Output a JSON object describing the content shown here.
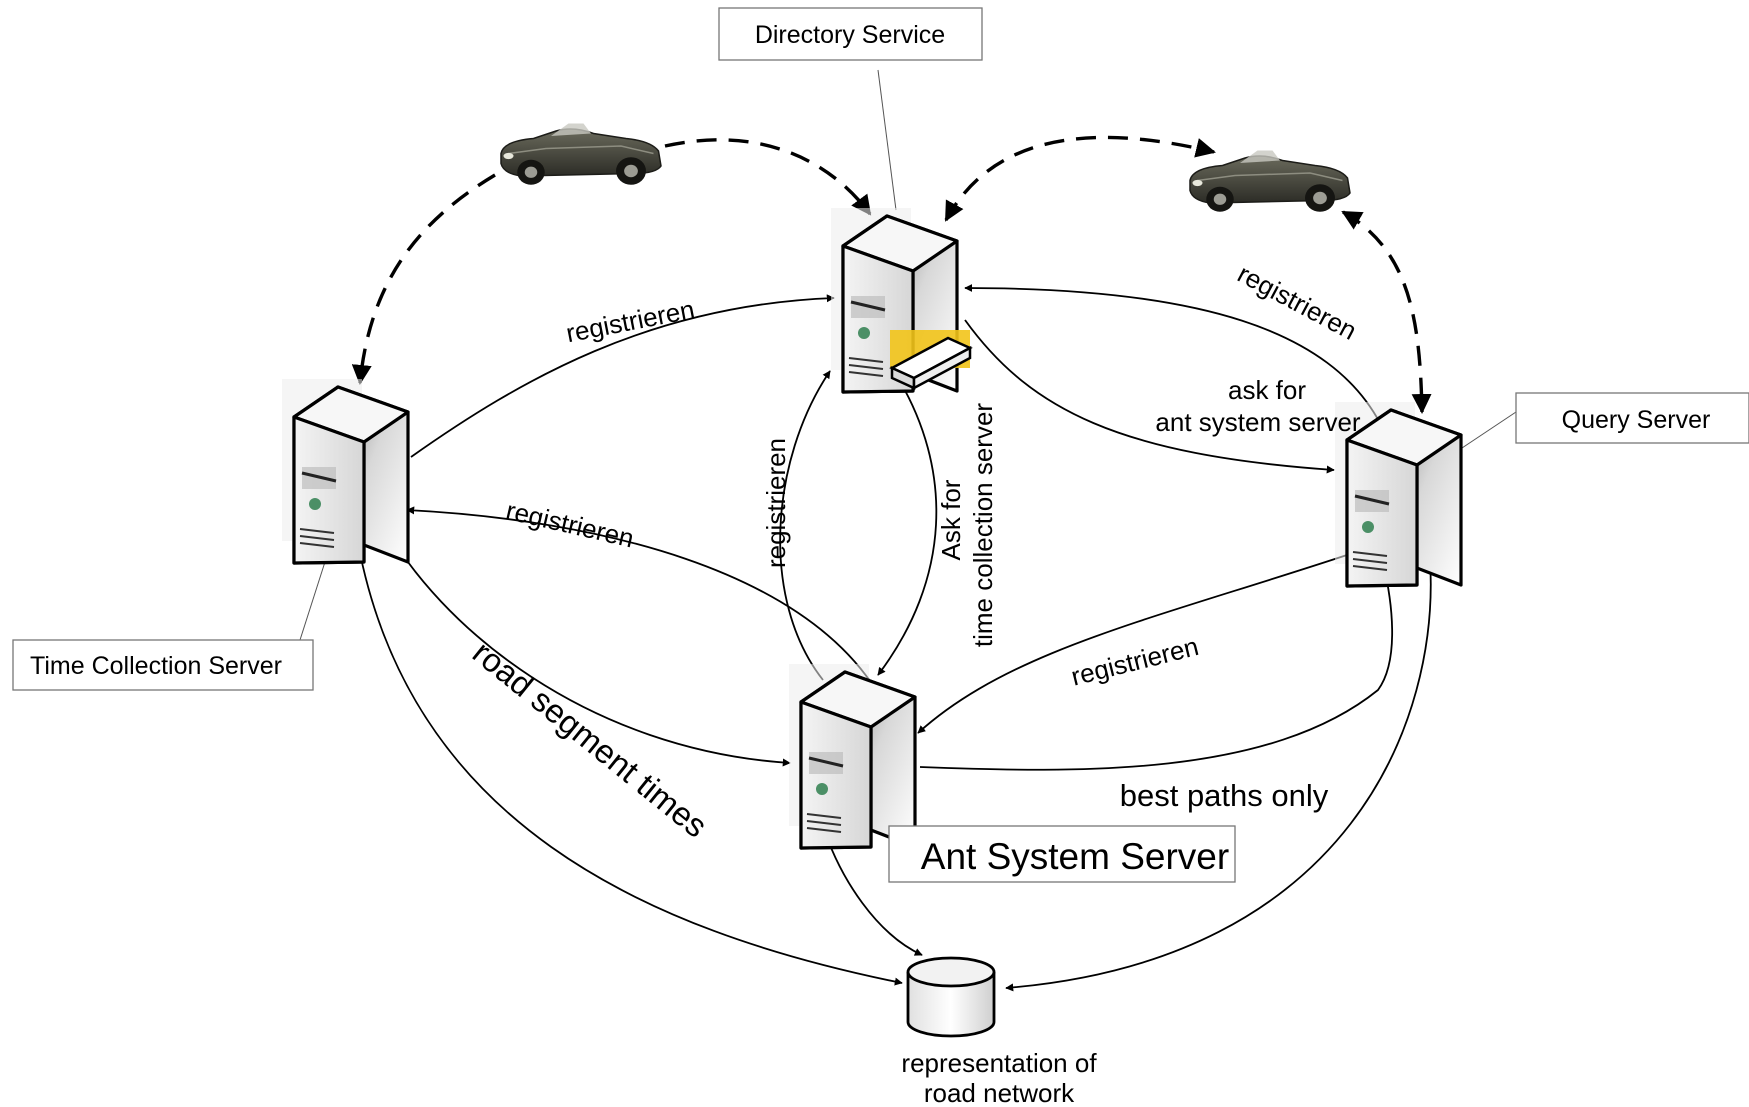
{
  "nodes": {
    "directory_service": "Directory Service",
    "query_server": "Query Server",
    "time_collection_server": "Time Collection Server",
    "ant_system_server": "Ant System Server",
    "road_network_line1": "representation of",
    "road_network_line2": "road network"
  },
  "edges": {
    "tcs_to_dir": "registrieren",
    "ant_to_tcs": "registrieren",
    "ant_to_dir": "registrieren",
    "query_to_dir": "registrieren",
    "query_to_ant": "registrieren",
    "ant_ask_line1": "Ask for",
    "ant_ask_line2": "time collection server",
    "query_ask_line1": "ask for",
    "query_ask_line2": "ant system server",
    "road_segment_times": "road segment times",
    "best_paths_only": "best paths only"
  }
}
